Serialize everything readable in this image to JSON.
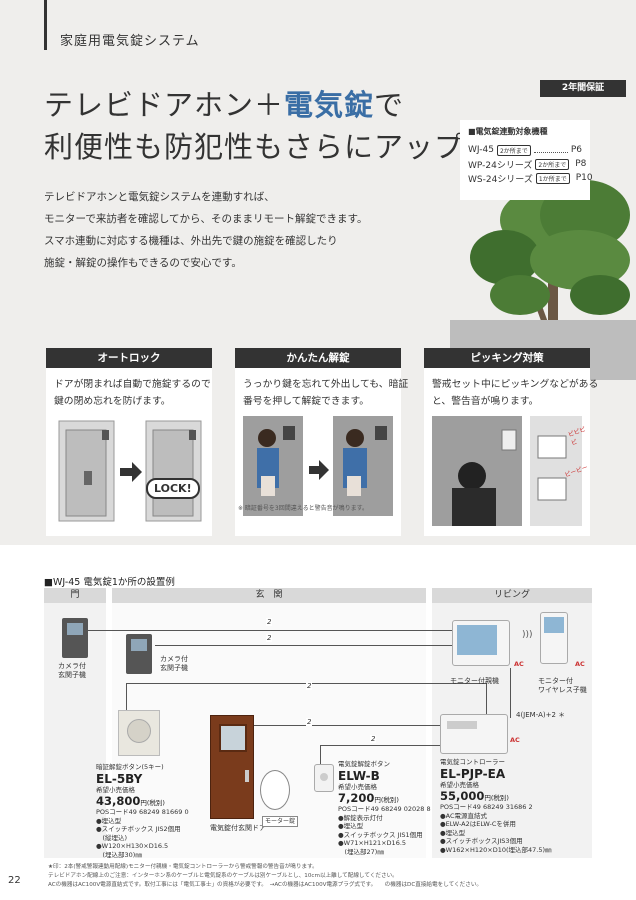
{
  "header": {
    "section_label": "家庭用電気錠システム"
  },
  "headline": {
    "line1_pre": "テレビドアホン＋",
    "line1_blue": "電気錠",
    "line1_post": "で",
    "line2": "利便性も防犯性もさらにアップ"
  },
  "warranty_badge": "2年間保証",
  "models_box": {
    "title": "■電気錠連動対象機種",
    "rows": [
      {
        "name": "WJ-45",
        "badge": "2か所まで",
        "page": "P6"
      },
      {
        "name": "WP-24シリーズ",
        "badge": "2か所まで",
        "page": "P8"
      },
      {
        "name": "WS-24シリーズ",
        "badge": "1か所まで",
        "page": "P10"
      }
    ]
  },
  "intro_lines": [
    "テレビドアホンと電気錠システムを連動すれば、",
    "モニターで来訪者を確認してから、そのままリモート解錠できます。",
    "スマホ連動に対応する機種は、外出先で鍵の施錠を確認したり",
    "施錠・解錠の操作もできるので安心です。"
  ],
  "features": [
    {
      "title": "オートロック",
      "desc": [
        "ドアが閉まれば自動で施錠するので",
        "鍵の閉め忘れを防げます。"
      ],
      "badge": "LOCK!"
    },
    {
      "title": "かんたん解錠",
      "desc": [
        "うっかり鍵を忘れて外出しても、暗証",
        "番号を押して解錠できます。"
      ]
    },
    {
      "title": "ピッキング対策",
      "desc": [
        "警戒セット中にピッキングなどがある",
        "と、警告音が鳴ります。"
      ],
      "alarm1": "ピピピピ",
      "alarm2": "ピーピー"
    }
  ],
  "feature_note": "※ 暗証番号を3回間違えると警告音が鳴ります。",
  "diagram": {
    "title": "■WJ-45 電気錠1か所の設置例",
    "zones": {
      "gate": "門",
      "entrance": "玄　関",
      "living": "リビング"
    },
    "captions": {
      "gate_camera": [
        "カメラ付",
        "玄関子機"
      ],
      "entrance_camera": [
        "カメラ付",
        "玄関子機"
      ],
      "monitor": "モニター付親機",
      "wireless": [
        "モニター付",
        "ワイヤレス子機"
      ],
      "door": "電気錠付玄関ドア",
      "motor": "モーター錠"
    },
    "wire_labels": [
      "2",
      "2",
      "2",
      "2",
      "2"
    ],
    "bus_label": "4(JEM-A)+2 ＊",
    "ac_label": "AC",
    "products": {
      "el5by": {
        "subtitle": "暗証解錠ボタン(5キー)",
        "name": "EL-5BY",
        "price_label": "希望小売価格",
        "price": "43,800",
        "tax": "円(税別)",
        "specs": [
          "POSコード49 68249 81669 0",
          "●埋込型",
          "●スイッチボックス JIS2個用",
          "　(縦埋込)",
          "●W120×H130×D16.5",
          "　(埋込部30)㎜"
        ]
      },
      "elwb": {
        "subtitle": "電気錠解錠ボタン",
        "name": "ELW-B",
        "price_label": "希望小売価格",
        "price": "7,200",
        "tax": "円(税別)",
        "specs": [
          "POSコード49 68249 02028 8",
          "●解錠表示灯付",
          "●埋込型",
          "●スイッチボックス JIS1個用",
          "●W71×H121×D16.5",
          "　(埋込部27)㎜"
        ]
      },
      "elpjp": {
        "subtitle": "電気錠コントローラー",
        "name": "EL-PJP-EA",
        "price_label": "希望小売価格",
        "price": "55,000",
        "tax": "円(税別)",
        "specs": [
          "POSコード49 68249 31686 2",
          "●AC電源直結式",
          "●ELW-A2はELW-Cを併用",
          "●埋込型",
          "●スイッチボックスJIS3個用",
          "●W162×H120×D10(埋込部47.5)㎜"
        ]
      }
    }
  },
  "footnotes": [
    "★印：2本(警戒警報連動用配線)モニター付親機・電気錠コントローラーから警戒警報の警告音が鳴ります。",
    "テレビドアホン配線上のご注意：インターホン系のケーブルと電気錠系のケーブルは別ケーブルとし、10cm以上離して配線してください。",
    "ACの機器はAC100V電源直結式です。取付工事には「電気工事士」の資格が必要です。　→ACの機器はAC100V電源プラグ式です。　　の機器はDC直接給電をしてください。"
  ],
  "page_number": "22"
}
